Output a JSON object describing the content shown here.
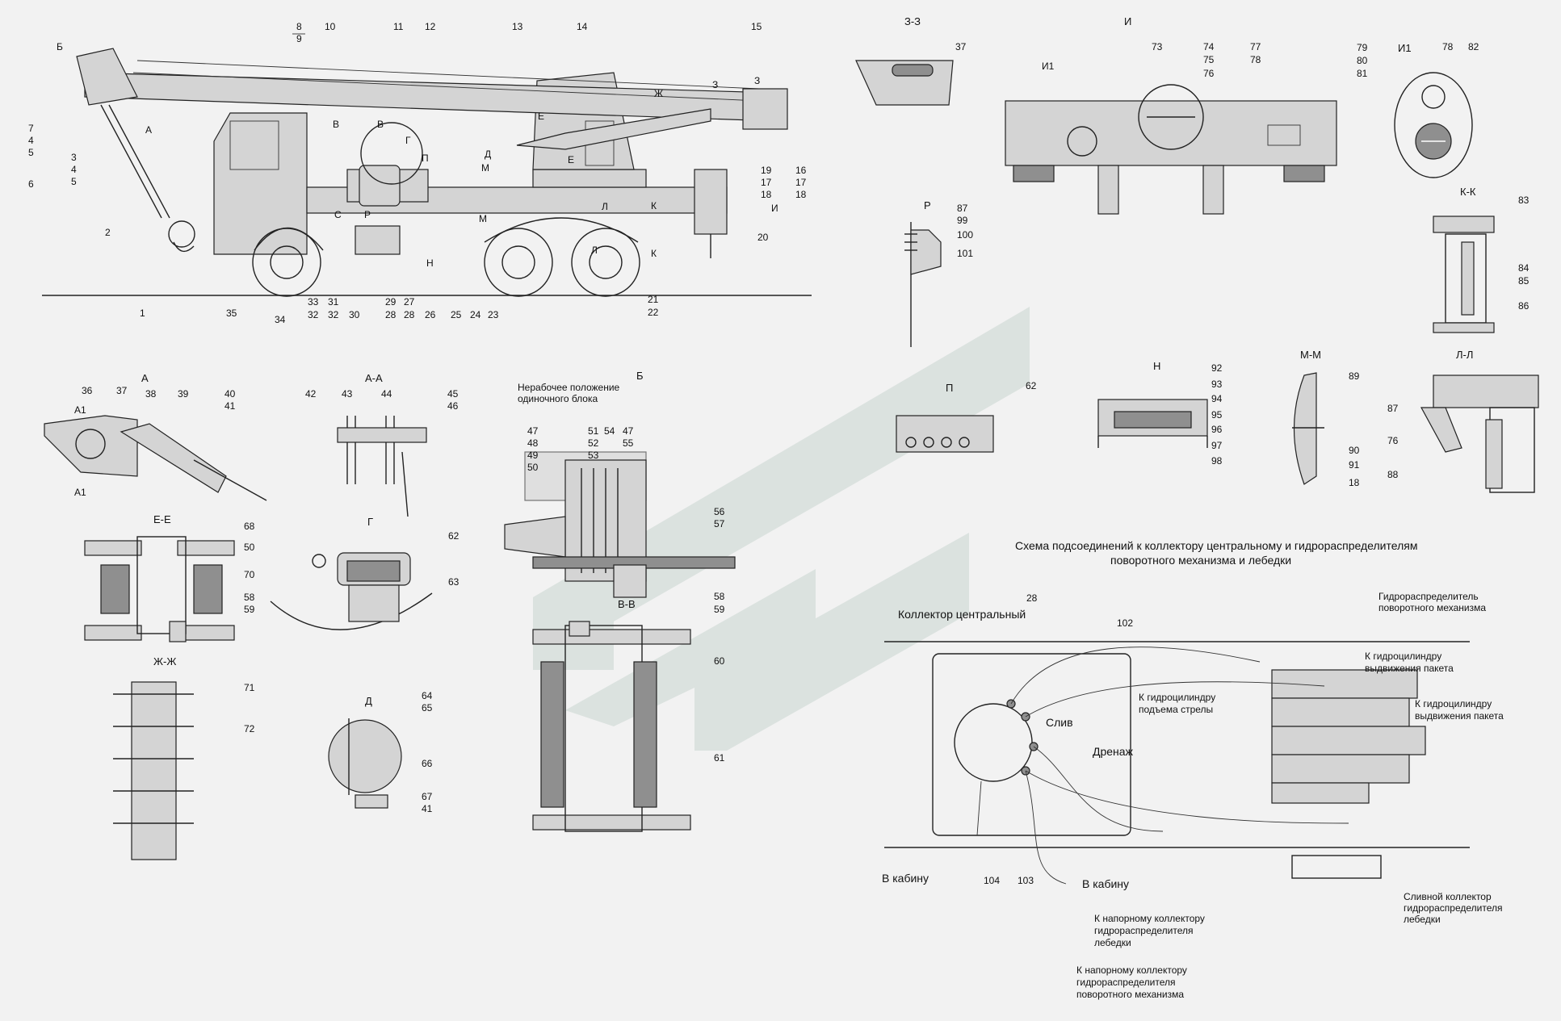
{
  "callouts": {
    "c1": "1",
    "c2": "2",
    "c3": "3",
    "c4": "4",
    "c5": "5",
    "c4b": "4",
    "c5b": "5",
    "c6": "6",
    "c7": "7",
    "c8": "8",
    "c9": "9",
    "c10": "10",
    "c11": "11",
    "c12": "12",
    "c13": "13",
    "c14": "14",
    "c15": "15",
    "c16": "16",
    "c17": "17",
    "c18": "18",
    "c19": "19",
    "c17b": "17",
    "c18b": "18",
    "c20": "20",
    "c21": "21",
    "c22": "22",
    "c23": "23",
    "c24": "24",
    "c25": "25",
    "c26": "26",
    "c27": "27",
    "c28": "28",
    "c29": "29",
    "c28b": "28",
    "c30": "30",
    "c31": "31",
    "c32": "32",
    "c32b": "32",
    "c33": "33",
    "c34": "34",
    "c35": "35",
    "c36": "36",
    "c37": "37",
    "c38": "38",
    "c39": "39",
    "c40": "40",
    "c41": "41",
    "c42": "42",
    "c43": "43",
    "c44": "44",
    "c45": "45",
    "c46": "46",
    "c47": "47",
    "c48": "48",
    "c49": "49",
    "c50": "50",
    "c51": "51",
    "c52": "52",
    "c53": "53",
    "c54": "54",
    "c47b": "47",
    "c55": "55",
    "c56": "56",
    "c57": "57",
    "c58": "58",
    "c59": "59",
    "c60": "60",
    "c61": "61",
    "c62": "62",
    "c63": "63",
    "c64": "64",
    "c65": "65",
    "c66": "66",
    "c67": "67",
    "c41b": "41",
    "c68": "68",
    "c50b": "50",
    "c70": "70",
    "c58b": "58",
    "c59b": "59",
    "c71": "71",
    "c72": "72",
    "c37b": "37",
    "c73": "73",
    "c74": "74",
    "c75": "75",
    "c76": "76",
    "c77": "77",
    "c78": "78",
    "c79": "79",
    "c80": "80",
    "c81": "81",
    "c78b": "78",
    "c82": "82",
    "c83": "83",
    "c84": "84",
    "c85": "85",
    "c86": "86",
    "c87": "87",
    "c99": "99",
    "c100": "100",
    "c101": "101",
    "c62b": "62",
    "c92": "92",
    "c93": "93",
    "c94": "94",
    "c95": "95",
    "c96": "96",
    "c97": "97",
    "c98": "98",
    "c89": "89",
    "c90": "90",
    "c91": "91",
    "c18c": "18",
    "c87b": "87",
    "c76b": "76",
    "c88": "88",
    "c28c": "28",
    "c102": "102",
    "c104": "104",
    "c103": "103"
  },
  "views": {
    "b": "Б",
    "a": "А",
    "aa": "А-А",
    "ee": "Е-Е",
    "zhzh": "Ж-Ж",
    "g": "Г",
    "d": "Д",
    "b2": "Б",
    "vv": "В-В",
    "p": "П",
    "zz": "З-З",
    "i": "И",
    "i1": "И1",
    "r": "Р",
    "kk": "К-К",
    "n": "Н",
    "mm": "М-М",
    "ll": "Л-Л",
    "a1a": "А1",
    "a1b": "А1"
  },
  "marks": {
    "a": "А",
    "v1": "В",
    "v2": "В",
    "g": "Г",
    "p": "П",
    "d": "Д",
    "m1": "М",
    "s": "С",
    "r": "Р",
    "e1": "Е",
    "e2": "Е",
    "zh": "Ж",
    "z1": "З",
    "z2": "З",
    "l1": "Л",
    "l2": "Л",
    "k1": "К",
    "k2": "К",
    "i": "И",
    "n": "Н",
    "m2": "М",
    "i1": "И1"
  },
  "notes": {
    "idle_position_1": "Нерабочее положение",
    "idle_position_2": "одиночного блока"
  },
  "scheme": {
    "title_1": "Схема подсоединений к коллектору центральному и гидрораспределителям",
    "title_2": "поворотного механизма и лебедки",
    "central_collector": "Коллектор центральный",
    "drain_out": "Слив",
    "drainage": "Дренаж",
    "to_cab_1": "В кабину",
    "to_cab_2": "В кабину",
    "slew_valve_1": "Гидрораспределитель",
    "slew_valve_2": "поворотного механизма",
    "tele_cyl_1_a": "К гидроцилиндру",
    "tele_cyl_1_b": "выдвижения пакета",
    "tele_cyl_2_a": "К гидроцилиндру",
    "tele_cyl_2_b": "выдвижения пакета",
    "lift_cyl_a": "К гидроцилиндру",
    "lift_cyl_b": "подъема стрелы",
    "winch_press_1": "К напорному  коллектору",
    "winch_press_2": "гидрораспределителя",
    "winch_press_3": "лебедки",
    "slew_press_1": "К напорному  коллектору",
    "slew_press_2": "гидрораспределителя",
    "slew_press_3": "поворотного механизма",
    "winch_drain_1": "Сливной коллектор",
    "winch_drain_2": "гидрораспределителя",
    "winch_drain_3": "лебедки"
  }
}
